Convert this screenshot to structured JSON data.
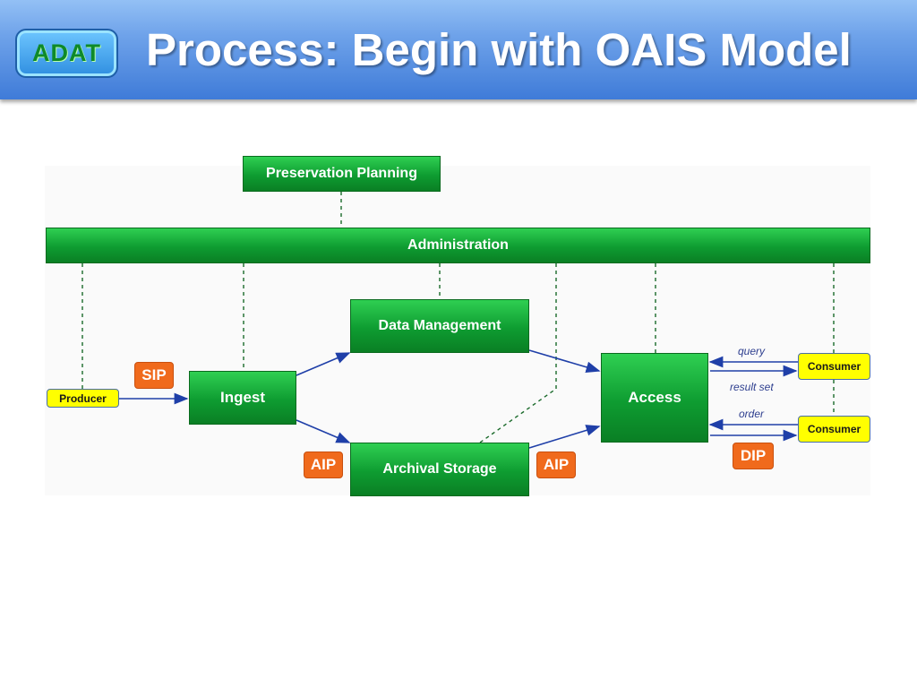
{
  "header": {
    "logo_text": "ADAT",
    "title": "Process: Begin with OAIS Model"
  },
  "diagram": {
    "preservation_planning": "Preservation Planning",
    "administration": "Administration",
    "data_management": "Data Management",
    "ingest": "Ingest",
    "archival_storage": "Archival Storage",
    "access": "Access",
    "producer": "Producer",
    "consumer_top": "Consumer",
    "consumer_bottom": "Consumer",
    "sip": "SIP",
    "aip_left": "AIP",
    "aip_right": "AIP",
    "dip": "DIP",
    "query": "query",
    "result_set": "result set",
    "order": "order"
  },
  "colors": {
    "header_blue": "#3f7bd8",
    "box_green": "#0e9c31",
    "consumer_yellow": "#ffff00",
    "package_orange": "#f06a1c",
    "arrow_blue": "#1f3fa8",
    "dashed_green": "#1a6a2a"
  }
}
